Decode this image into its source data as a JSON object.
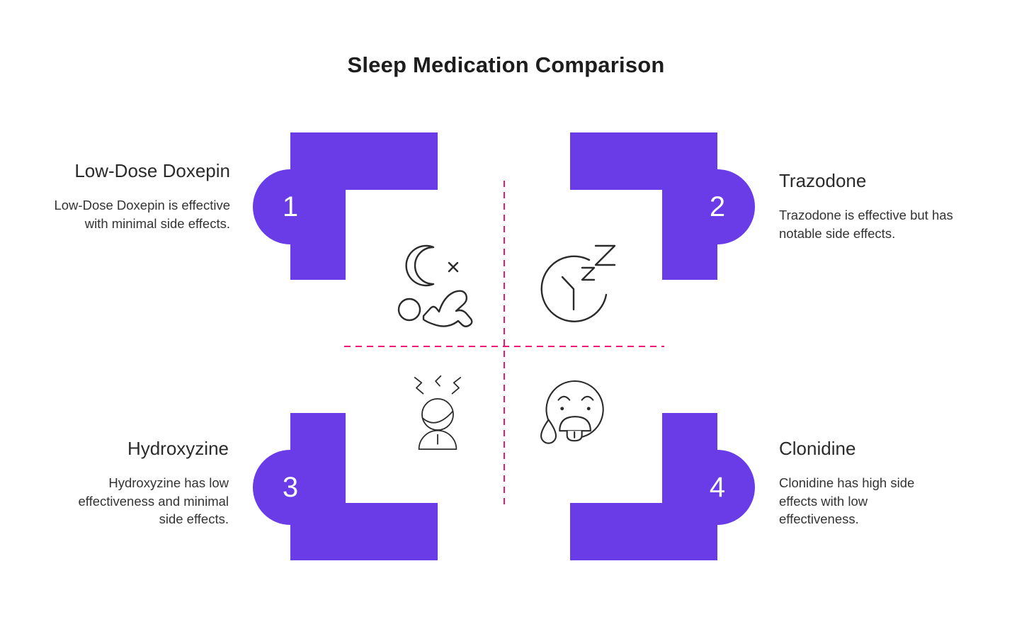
{
  "title": "Sleep Medication Comparison",
  "colors": {
    "accent_purple": "#6a3ce8",
    "divider_pink": "#f01579",
    "heading_text": "#2b2b2b",
    "body_text": "#333333",
    "icon_stroke": "#2b2b2b",
    "background": "#ffffff"
  },
  "divider": {
    "style": "dashed-crosshair"
  },
  "items": [
    {
      "number": "1",
      "name": "Low-Dose Doxepin",
      "description": "Low-Dose Doxepin is effective with minimal side effects.",
      "icon": "crescent-moon-sleeper-icon",
      "position": "top-left"
    },
    {
      "number": "2",
      "name": "Trazodone",
      "description": "Trazodone is effective but has notable side effects.",
      "icon": "sleep-clock-zzz-icon",
      "position": "top-right"
    },
    {
      "number": "3",
      "name": "Hydroxyzine",
      "description": "Hydroxyzine has low effectiveness and minimal side effects.",
      "icon": "stress-headache-person-icon",
      "position": "bottom-left"
    },
    {
      "number": "4",
      "name": "Clonidine",
      "description": "Clonidine has high side effects with low effectiveness.",
      "icon": "nauseated-face-icon",
      "position": "bottom-right"
    }
  ]
}
